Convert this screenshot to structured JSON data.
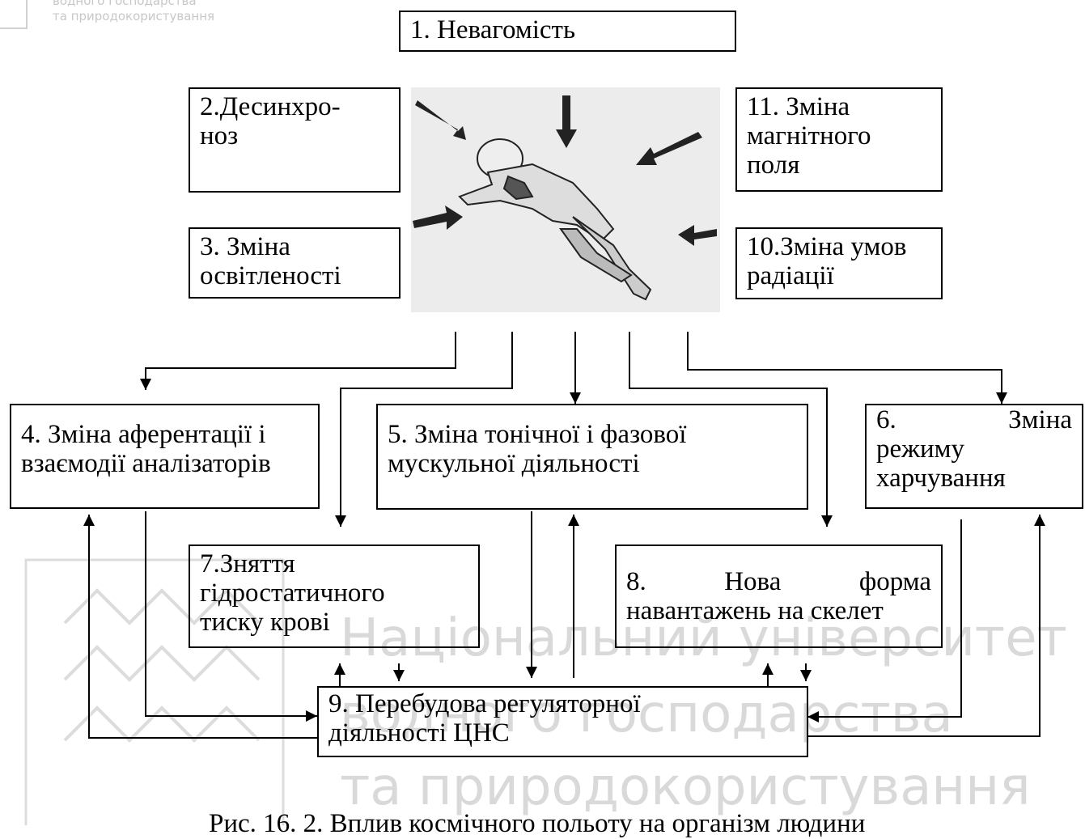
{
  "watermark": {
    "line1": "водного господарства",
    "line2": "та природокористування",
    "big1": "Національний університет",
    "big2": "водного господарства",
    "big3": "та природокористування"
  },
  "boxes": {
    "b1": [
      "1. Невагомість"
    ],
    "b2": [
      "2.Десинхро-",
      "ноз"
    ],
    "b3": [
      "3. Зміна",
      "освітленості"
    ],
    "b4": [
      "4. Зміна аферентації і",
      "взаємодії аналізаторів"
    ],
    "b5": [
      "5. Зміна тонічної і фазової",
      "мускульної діяльності"
    ],
    "b6": [
      "6. Зміна",
      "режиму",
      "харчування"
    ],
    "b7": [
      "7.Зняття",
      "гідростатичного",
      "тиску крові"
    ],
    "b8": [
      "8. Нова форма",
      "навантажень на скелет"
    ],
    "b9": [
      "9. Перебудова регуляторної",
      "діяльності ЦНС"
    ],
    "b10": [
      "10.Зміна умов",
      "радіації"
    ],
    "b11": [
      "11. Зміна",
      "магнітного",
      "поля"
    ]
  },
  "caption": "Рис. 16. 2. Вплив космічного польоту на організм людини",
  "image": {
    "icon": "astronaut-floating-illustration"
  }
}
